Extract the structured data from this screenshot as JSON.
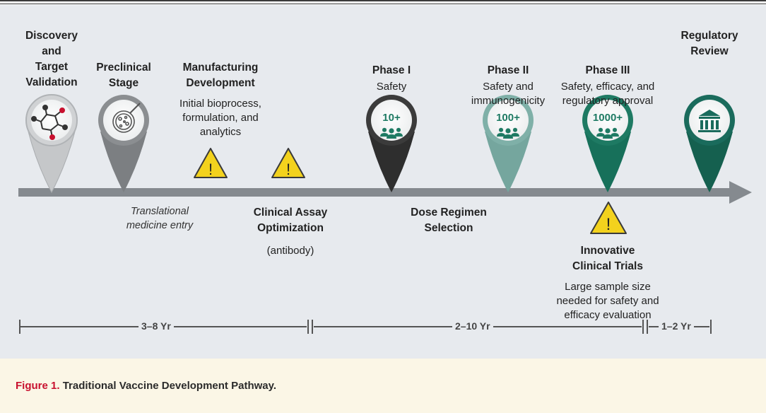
{
  "stages": [
    {
      "id": "discovery",
      "title": [
        "Discovery",
        "and",
        "Target",
        "Validation"
      ]
    },
    {
      "id": "preclinical",
      "title": [
        "Preclinical",
        "Stage"
      ],
      "note": [
        "Translational",
        "medicine entry"
      ]
    },
    {
      "id": "manufacturing",
      "title": [
        "Manufacturing",
        "Development"
      ],
      "desc": [
        "Initial bioprocess,",
        "formulation, and",
        "analytics"
      ]
    },
    {
      "id": "assay",
      "title": [
        "Clinical Assay",
        "Optimization"
      ],
      "desc": "(antibody)"
    },
    {
      "id": "phase1",
      "title": "Phase I",
      "desc": "Safety",
      "count": "10+"
    },
    {
      "id": "dose",
      "title": [
        "Dose Regimen",
        "Selection"
      ]
    },
    {
      "id": "phase2",
      "title": "Phase II",
      "desc": [
        "Safety and",
        "immunogenicity"
      ],
      "count": "100+"
    },
    {
      "id": "phase3",
      "title": "Phase III",
      "desc": [
        "Safety, efficacy, and",
        "regulatory approval"
      ],
      "count": "1000+"
    },
    {
      "id": "innovative",
      "title": [
        "Innovative",
        "Clinical Trials"
      ],
      "desc": [
        "Large sample size",
        "needed for safety and",
        "efficacy evaluation"
      ]
    },
    {
      "id": "regulatory",
      "title": [
        "Regulatory",
        "Review"
      ]
    }
  ],
  "durations": [
    "3–8 Yr",
    "2–10 Yr",
    "1–2 Yr"
  ],
  "caption": {
    "label": "Figure 1.",
    "text": "Traditional Vaccine Development Pathway."
  },
  "colors": {
    "panel": "#e7eaee",
    "caption_bg": "#fbf6e6",
    "caption_label": "#c8102e",
    "arrow": "#858a8f",
    "pin_light_gray": "#c5c7c9",
    "pin_mid_gray": "#8b8e91",
    "pin_dark": "#3b3b3b",
    "pin_light_teal": "#7fb0a8",
    "pin_teal": "#1e7a63",
    "pin_dark_teal": "#1a6b5c",
    "warning": "#f3d21d"
  },
  "icons": [
    "molecule-icon",
    "petri-dish-icon",
    "people-icon",
    "building-icon",
    "warning-icon"
  ]
}
